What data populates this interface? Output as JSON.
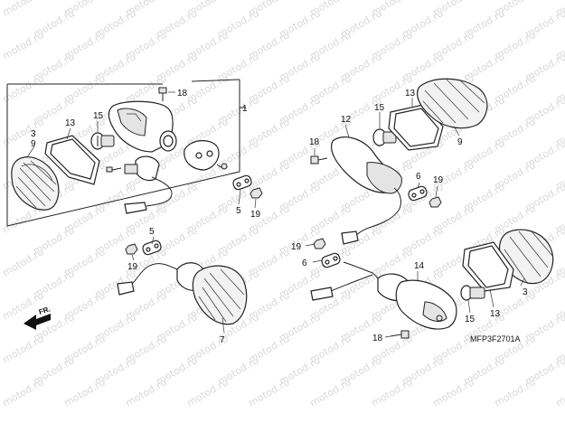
{
  "watermark": "motod.ru",
  "diagram_code": "MFP3F2701A",
  "front_indicator": "FR.",
  "callouts": {
    "c1": "1",
    "c3a": "3",
    "c9a": "9",
    "c13a": "13",
    "c15a": "15",
    "c18a": "18",
    "c5a": "5",
    "c19a": "19",
    "c5b": "5",
    "c19b": "19",
    "c7": "7",
    "c12": "12",
    "c15b": "15",
    "c18b": "18",
    "c13b": "13",
    "c9b": "9",
    "c6a": "6",
    "c19c": "19",
    "c19d": "19",
    "c6b": "6",
    "c14": "14",
    "c3b": "3",
    "c13c": "13",
    "c15c": "15",
    "c18c": "18"
  }
}
